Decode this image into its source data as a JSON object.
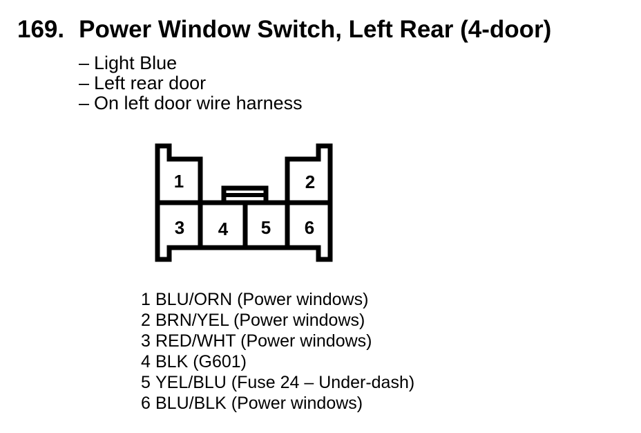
{
  "colors": {
    "ink": "#000000",
    "paper": "#ffffff"
  },
  "header": {
    "number": "169.",
    "title": "Power Window Switch, Left Rear (4-door)"
  },
  "notes": {
    "bullet": "–",
    "items": [
      "Light Blue",
      "Left rear door",
      "On left door wire harness"
    ]
  },
  "connector": {
    "pins": [
      "1",
      "2",
      "3",
      "4",
      "5",
      "6"
    ]
  },
  "legend": {
    "rows": [
      {
        "pin": "1",
        "wire": "BLU/ORN (Power windows)"
      },
      {
        "pin": "2",
        "wire": "BRN/YEL (Power windows)"
      },
      {
        "pin": "3",
        "wire": "RED/WHT (Power windows)"
      },
      {
        "pin": "4",
        "wire": "BLK (G601)"
      },
      {
        "pin": "5",
        "wire": "YEL/BLU (Fuse 24 – Under-dash)"
      },
      {
        "pin": "6",
        "wire": "BLU/BLK (Power windows)"
      }
    ]
  }
}
